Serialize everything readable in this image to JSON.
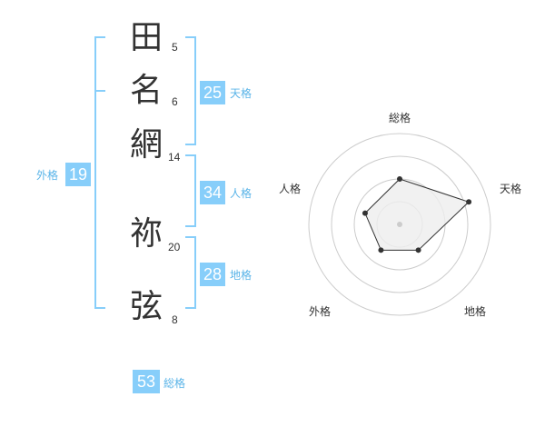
{
  "name": {
    "chars": [
      {
        "char": "田",
        "strokes": "5"
      },
      {
        "char": "名",
        "strokes": "6"
      },
      {
        "char": "網",
        "strokes": "14"
      },
      {
        "char": "祢",
        "strokes": "20"
      },
      {
        "char": "弦",
        "strokes": "8"
      }
    ]
  },
  "fortunes": {
    "tenkaku": {
      "value": "25",
      "label": "天格"
    },
    "jinkaku": {
      "value": "34",
      "label": "人格"
    },
    "chikaku": {
      "value": "28",
      "label": "地格"
    },
    "gaikaku": {
      "value": "19",
      "label": "外格"
    },
    "soukaku": {
      "value": "53",
      "label": "総格"
    }
  },
  "radar": {
    "axes": [
      "総格",
      "天格",
      "地格",
      "外格",
      "人格"
    ],
    "values": [
      0.5,
      0.8,
      0.35,
      0.35,
      0.4
    ],
    "color_line": "#333333",
    "color_fill": "#eeeeee",
    "color_rings": "#cccccc"
  },
  "colors": {
    "accent": "#87cefa",
    "accent_text": "#5ab4e8"
  }
}
